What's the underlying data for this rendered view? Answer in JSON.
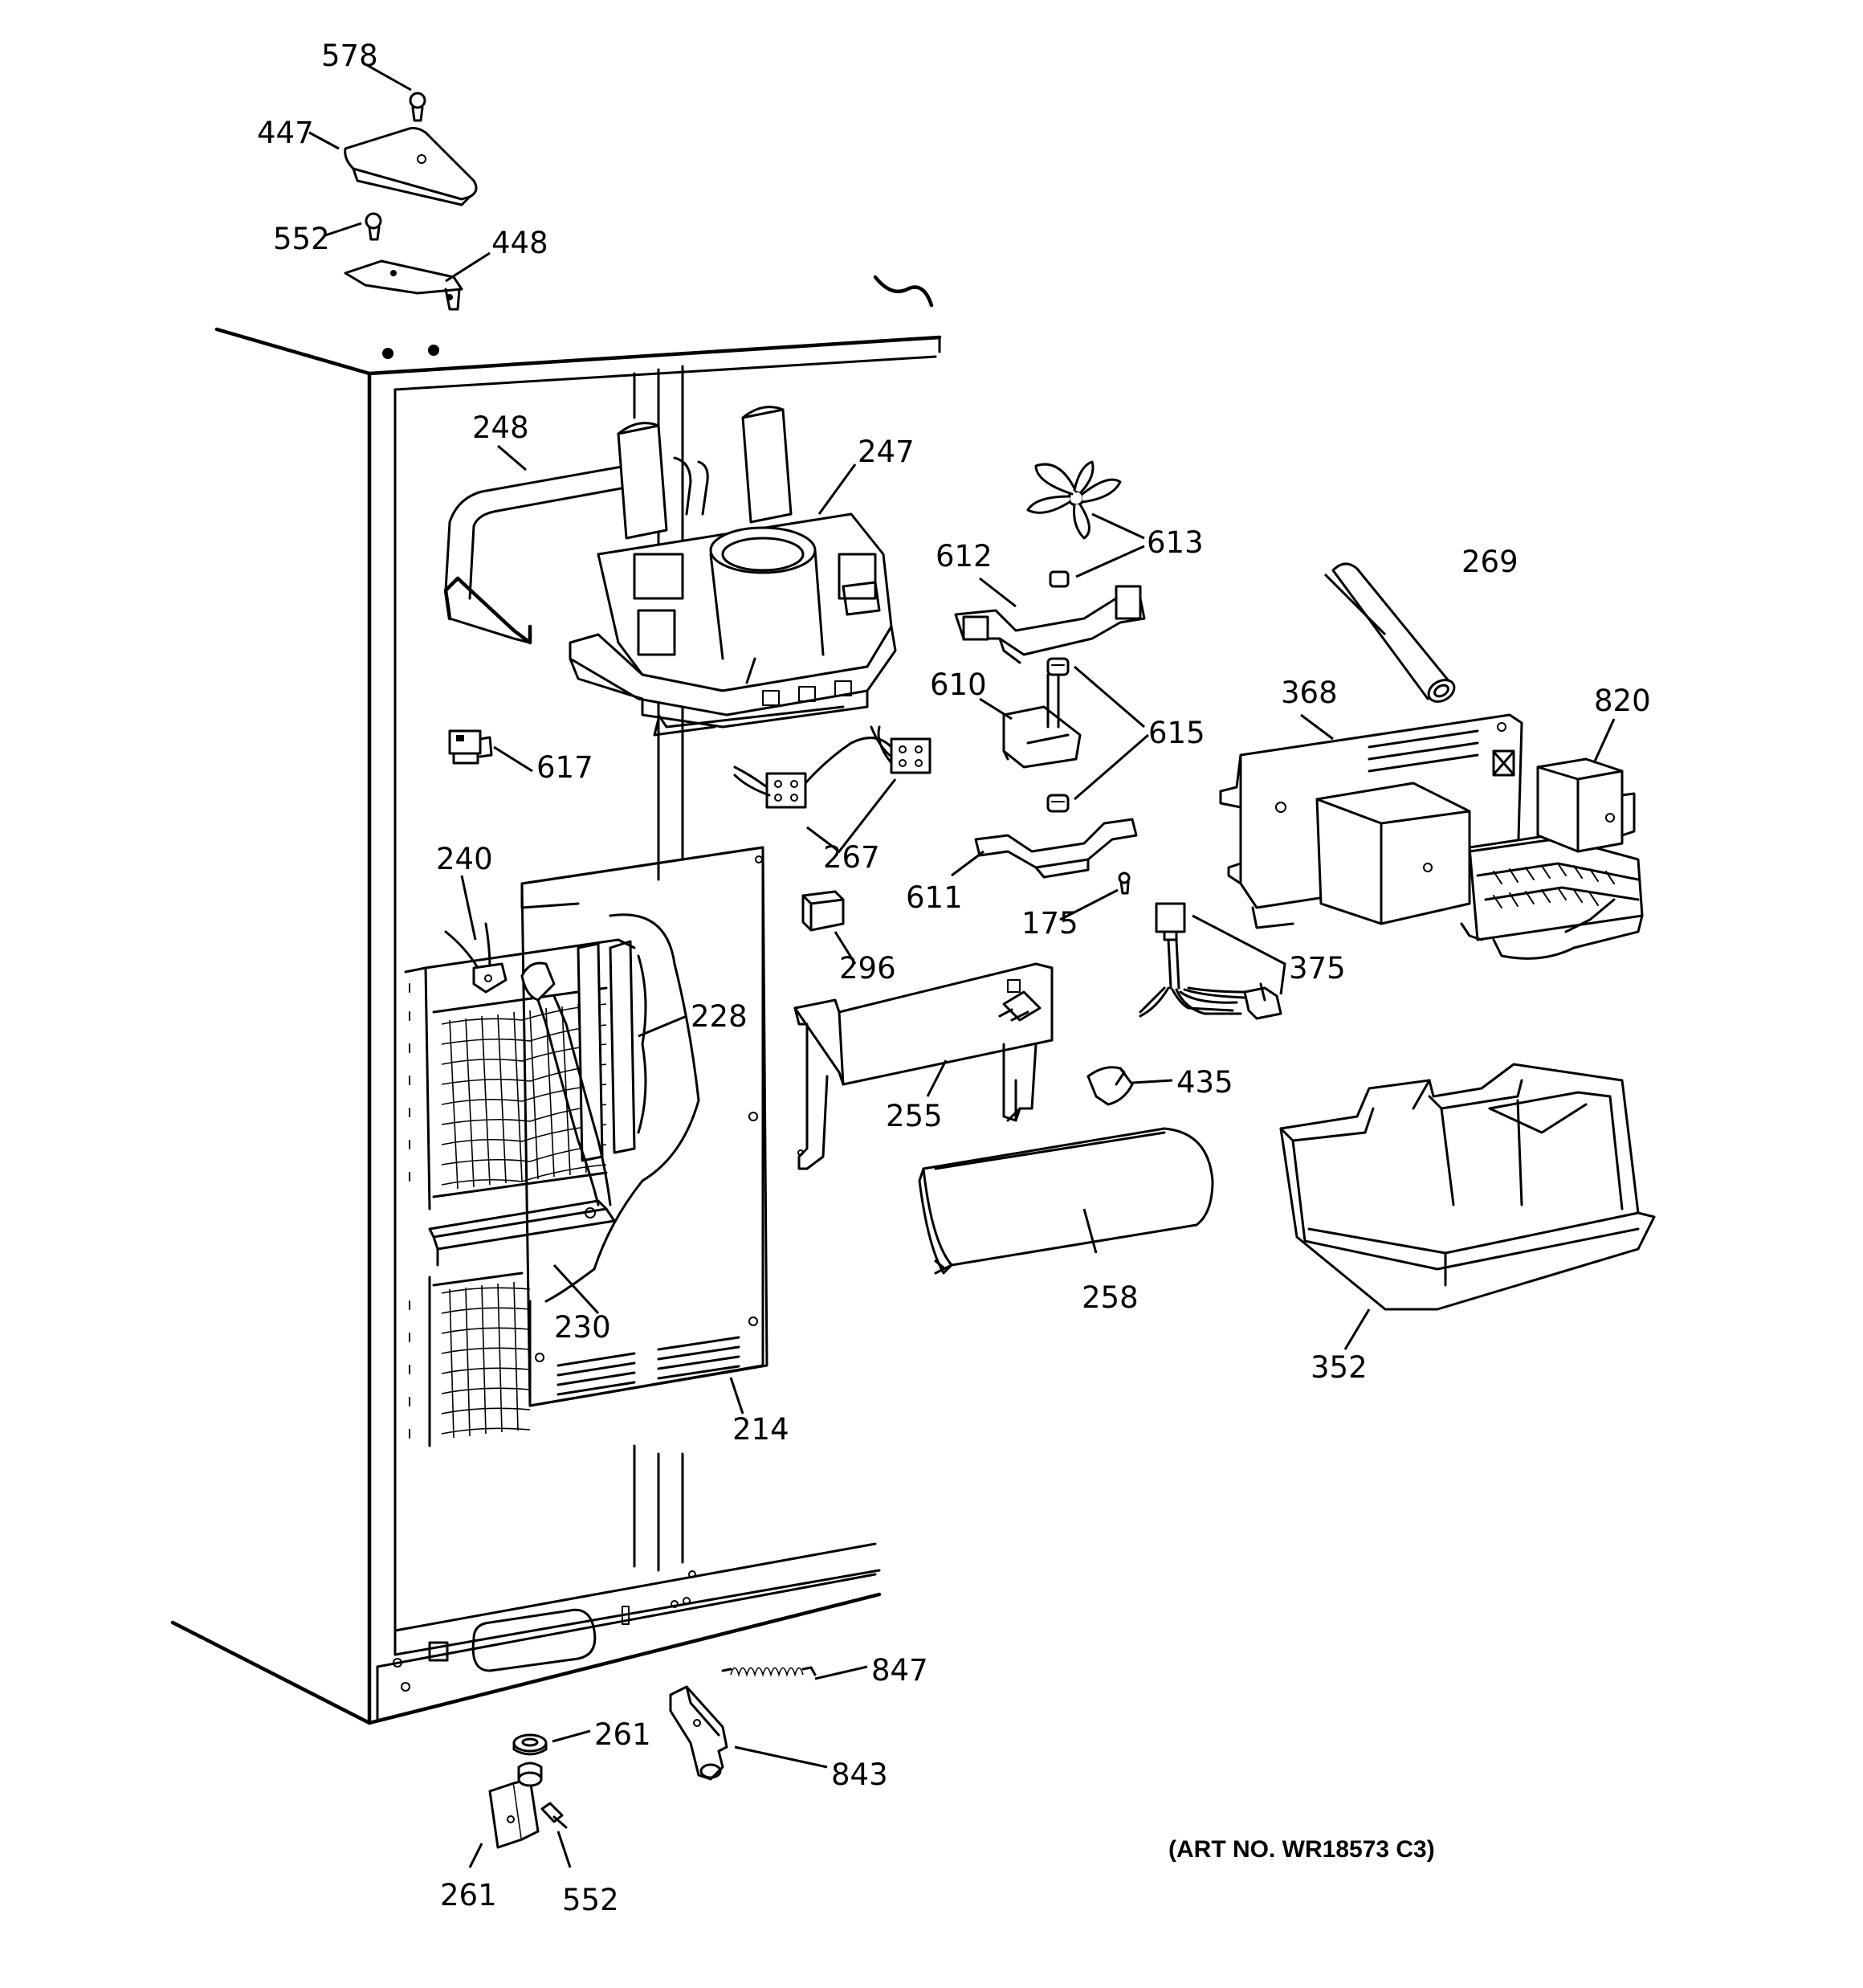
{
  "art_number": "(ART NO. WR18573 C3)",
  "callouts": [
    {
      "id": "578",
      "text": "578"
    },
    {
      "id": "447",
      "text": "447"
    },
    {
      "id": "552-top",
      "text": "552"
    },
    {
      "id": "448",
      "text": "448"
    },
    {
      "id": "248",
      "text": "248"
    },
    {
      "id": "247",
      "text": "247"
    },
    {
      "id": "613",
      "text": "613"
    },
    {
      "id": "612",
      "text": "612"
    },
    {
      "id": "269",
      "text": "269"
    },
    {
      "id": "610",
      "text": "610"
    },
    {
      "id": "615",
      "text": "615"
    },
    {
      "id": "368",
      "text": "368"
    },
    {
      "id": "820",
      "text": "820"
    },
    {
      "id": "617",
      "text": "617"
    },
    {
      "id": "267",
      "text": "267"
    },
    {
      "id": "240",
      "text": "240"
    },
    {
      "id": "611",
      "text": "611"
    },
    {
      "id": "175",
      "text": "175"
    },
    {
      "id": "296",
      "text": "296"
    },
    {
      "id": "375",
      "text": "375"
    },
    {
      "id": "228",
      "text": "228"
    },
    {
      "id": "435",
      "text": "435"
    },
    {
      "id": "255",
      "text": "255"
    },
    {
      "id": "258",
      "text": "258"
    },
    {
      "id": "230",
      "text": "230"
    },
    {
      "id": "352",
      "text": "352"
    },
    {
      "id": "214",
      "text": "214"
    },
    {
      "id": "847",
      "text": "847"
    },
    {
      "id": "261-upper",
      "text": "261"
    },
    {
      "id": "843",
      "text": "843"
    },
    {
      "id": "261-lower",
      "text": "261"
    },
    {
      "id": "552-bottom",
      "text": "552"
    }
  ]
}
